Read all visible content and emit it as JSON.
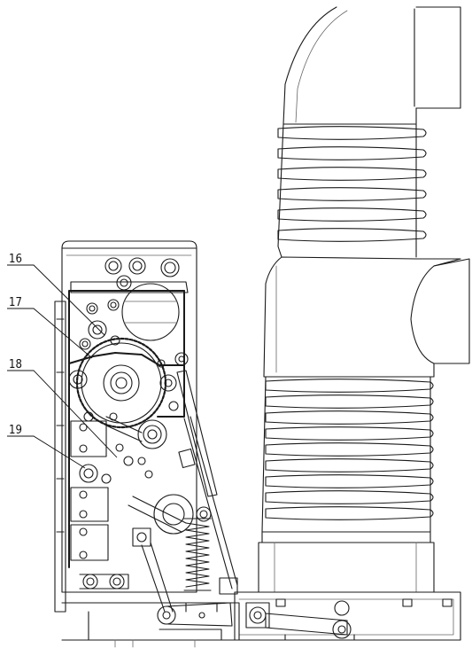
{
  "callouts": [
    {
      "label": "16"
    },
    {
      "label": "17"
    },
    {
      "label": "18"
    },
    {
      "label": "19"
    }
  ],
  "colors": {
    "line": "#1a1a1a",
    "light_line": "#555555",
    "background": "#ffffff"
  }
}
